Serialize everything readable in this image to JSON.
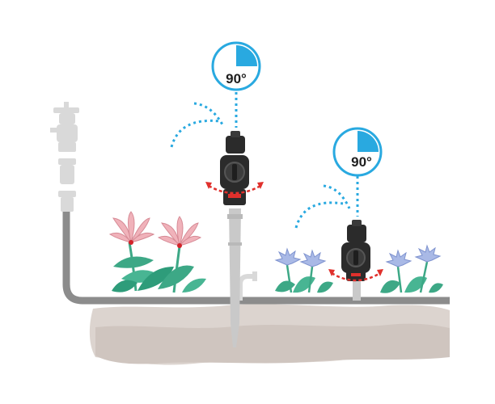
{
  "colors": {
    "accent": "#29a9e0",
    "pipe": "#8c8c8c",
    "soil": "#dcd4cf",
    "spray_dot": "#29a9e0",
    "arrow": "#e0302c",
    "sprinkler_body": "#2b2b2b",
    "leaf": "#3da886",
    "petal_pink": "#f0b2ba",
    "petal_blue": "#a9b9e6"
  },
  "sprinklers": [
    {
      "name": "left-sprinkler",
      "angle_label": "90°",
      "arc_fraction": 0.25
    },
    {
      "name": "right-sprinkler",
      "angle_label": "90°",
      "arc_fraction": 0.25
    }
  ],
  "icons": [
    "faucet-icon",
    "hose-connector-icon",
    "sprinkler-head-icon",
    "rotation-arrow-icon",
    "flower-icon",
    "spray-arc-icon"
  ]
}
